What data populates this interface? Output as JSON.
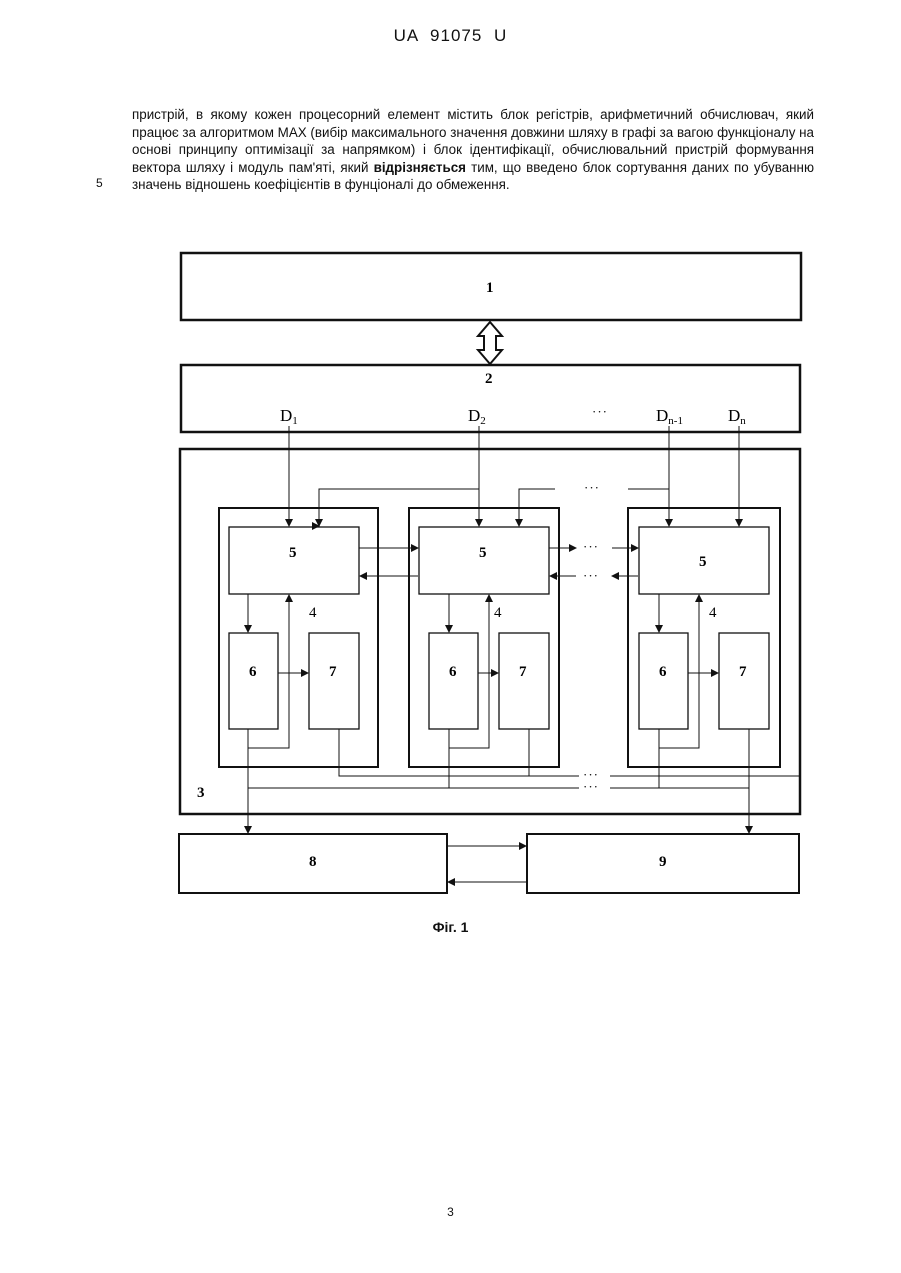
{
  "header": {
    "patent_id": "UA   91075   U"
  },
  "paragraph": {
    "line_number": "5",
    "text_before": "пристрій, в якому кожен процесорний елемент містить блок регістрів, арифметичний обчислювач, який працює за алгоритмом MAX (вибір максимального значення довжини шляху в графі за вагою функціоналу на основі принципу оптимізації за напрямком) і блок ідентифікації, обчислювальний пристрій формування вектора шляху і модуль пам'яті, який ",
    "text_bold": "відрізняється",
    "text_after": " тим, що введено блок сортування даних по убуванню значень відношень коефіцієнтів в фунціоналі до обмеження."
  },
  "figure": {
    "block_1": "1",
    "block_2": "2",
    "block_3": "3",
    "block_4": "4",
    "block_5": "5",
    "block_6": "6",
    "block_7": "7",
    "block_8": "8",
    "block_9": "9",
    "inputs": {
      "d1": "D",
      "d1_sub": "1",
      "d2": "D",
      "d2_sub": "2",
      "dn1": "D",
      "dn1_sub": "n-1",
      "dn": "D",
      "dn_sub": "n"
    },
    "ellipsis": "···",
    "caption": "Фіг. 1"
  },
  "footer": {
    "page_number": "3"
  }
}
